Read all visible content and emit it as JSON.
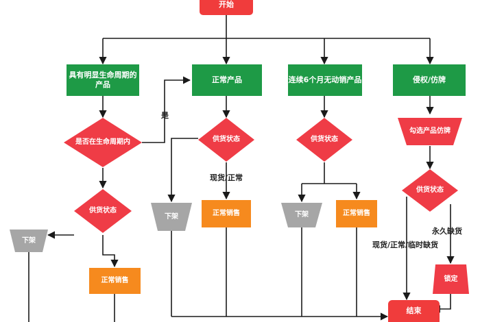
{
  "colors": {
    "start_end": "#f03c3c",
    "category": "#1e9a46",
    "decision": "#ef3c46",
    "sell": "#f68a1e",
    "delist": "#a6a6a6",
    "line": "#1a1a1a"
  },
  "nodes": {
    "start": "开始",
    "lifecycle": "具有明显生命周期的产品",
    "normal": "正常产品",
    "slow": "连续6个月无动销产品",
    "infringe": "侵权/仿牌",
    "in_lifecycle": "是否在生命周期内",
    "supply_normal": "供货状态",
    "supply_slow": "供货状态",
    "check_imitation": "勾选产品仿牌",
    "supply_lifecycle": "供货状态",
    "supply_infringe": "供货状态",
    "delist_a": "下架",
    "sell_a": "正常销售",
    "delist_b": "下架",
    "sell_b": "正常销售",
    "delist_c": "下架",
    "sell_c": "正常销售",
    "lock": "锁定",
    "end": "结束"
  },
  "edges": {
    "yes": "是",
    "in_stock_normal": "现货/正常",
    "permanent_out": "永久缺货",
    "in_stock_temp": "现货/正常/临时缺货"
  }
}
